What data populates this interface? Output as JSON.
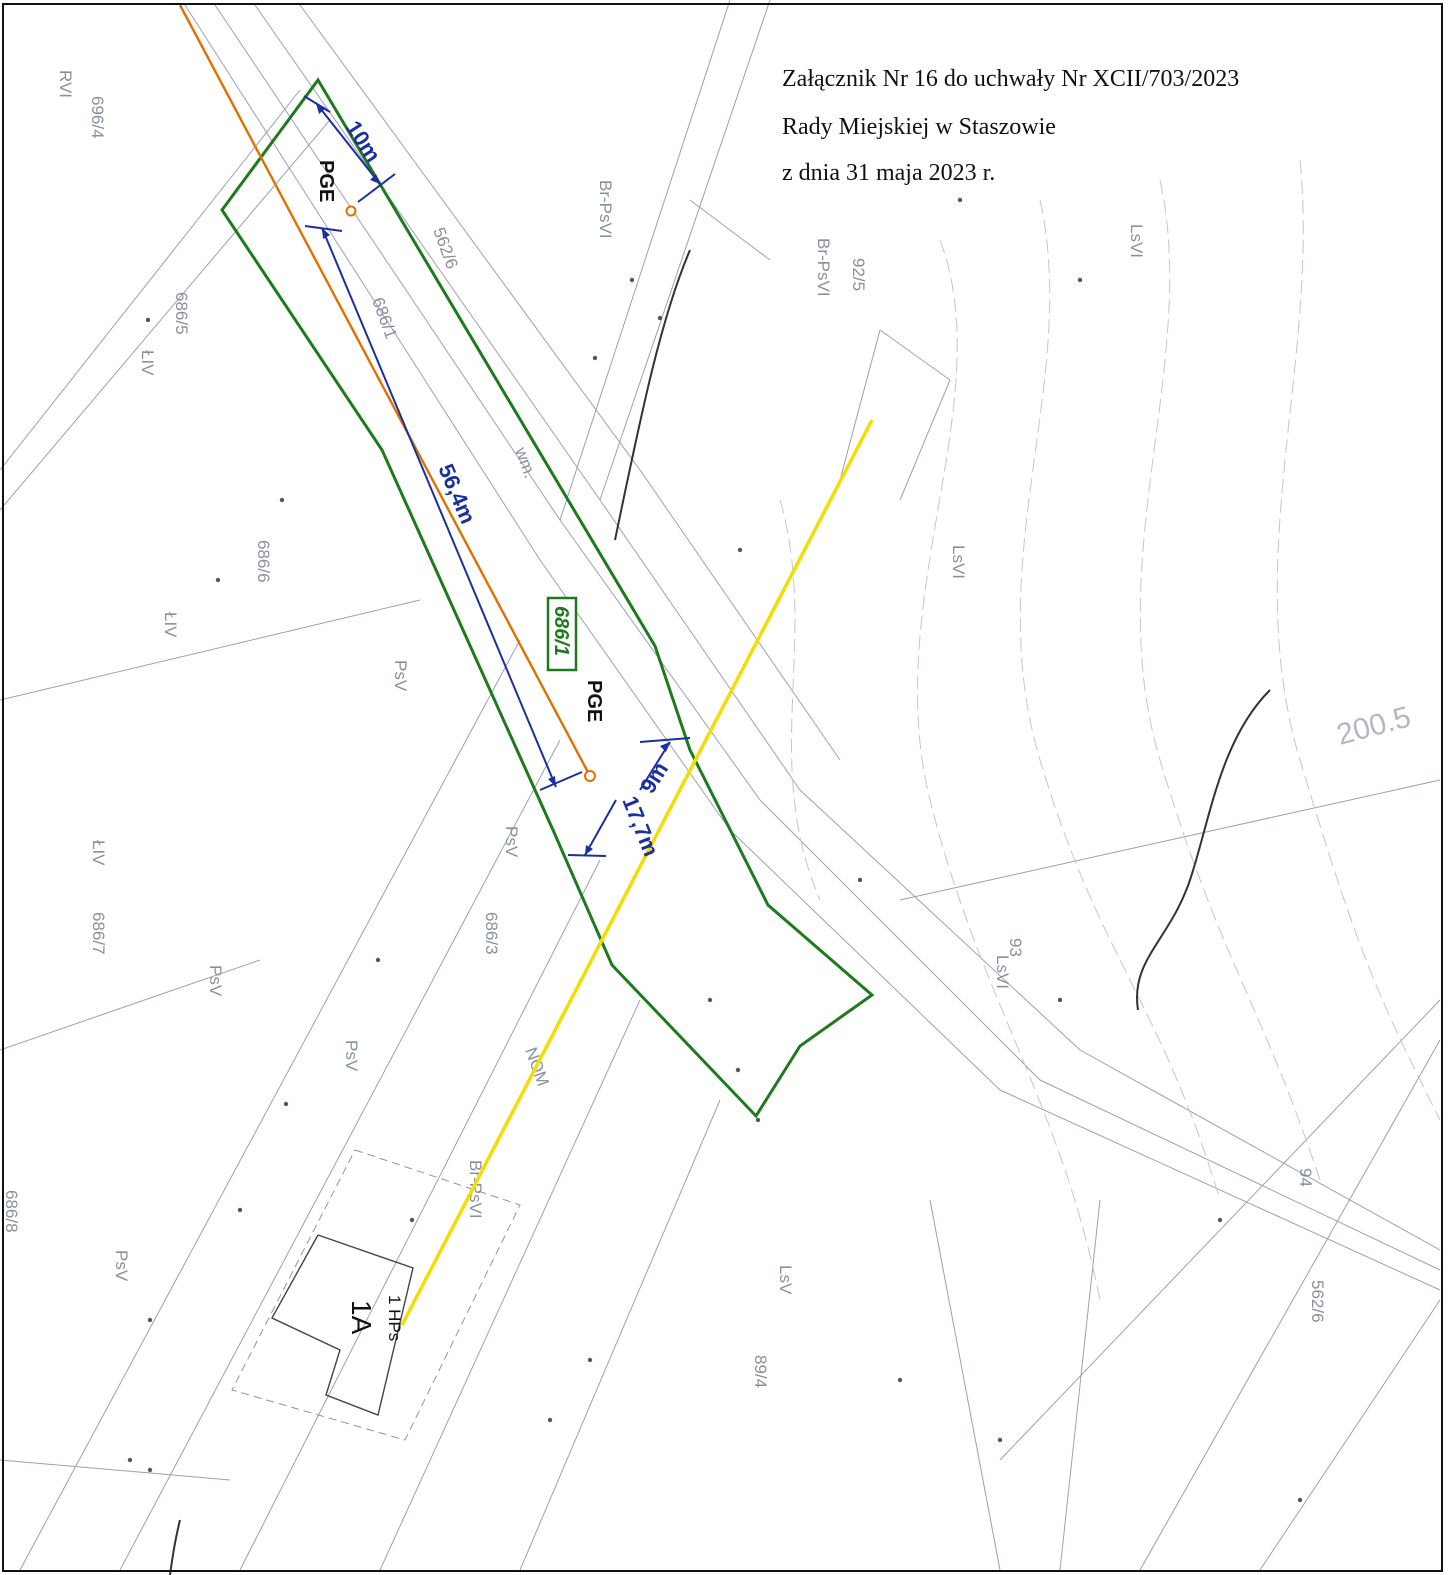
{
  "header": {
    "line1": "Załącznik Nr 16 do uchwały Nr XCII/703/2023",
    "line2": "Rady Miejskiej w Staszowie",
    "line3": "z dnia 31 maja 2023 r."
  },
  "colors": {
    "boundary": "#1d7a1d",
    "power_line": "#e07000",
    "yellow_line": "#f2de00",
    "dimension": "#1a2fa0",
    "base_lines": "#9aa0b8",
    "base_text": "#8a8f9e"
  },
  "labels": {
    "pge_top": "PGE",
    "pge_mid": "PGE",
    "dim_10m": "10m",
    "dim_56m": "56,4m",
    "dim_9m": "9m",
    "dim_17m": "17,7m",
    "parcel_box": "686/1",
    "station_a": "1 HPs",
    "station_b": "1A"
  },
  "base_labels": {
    "rvi": "RVI",
    "p696_4": "696/4",
    "p686_5": "686/5",
    "liv_1": "ŁIV",
    "p686_6": "686/6",
    "liv_2": "ŁIV",
    "psv_1": "PsV",
    "psv_2": "PsV",
    "psv_3": "PsV",
    "psv_4": "PsV",
    "psv_5": "PsV",
    "liv_3": "ŁIV",
    "p686_7": "686/7",
    "p686_8": "686/8",
    "p686_1_tilt": "686/1",
    "p686_3": "686/3",
    "brpsvi_1": "Br-PsVI",
    "brpsvi_2": "Br-PsVI",
    "brpsvi_3": "Br-PsVI",
    "p92_5": "92/5",
    "lsvi_1": "LsVI",
    "lsvi_2": "LsVI",
    "lsvi_3": "LsVI",
    "lsv": "LsV",
    "p93": "93",
    "p94": "94",
    "p89_4": "89/4",
    "p562_6": "562/6",
    "p562_6b": "562/6",
    "wm": "wm.",
    "nom": "NOM",
    "contour": "200.5"
  }
}
